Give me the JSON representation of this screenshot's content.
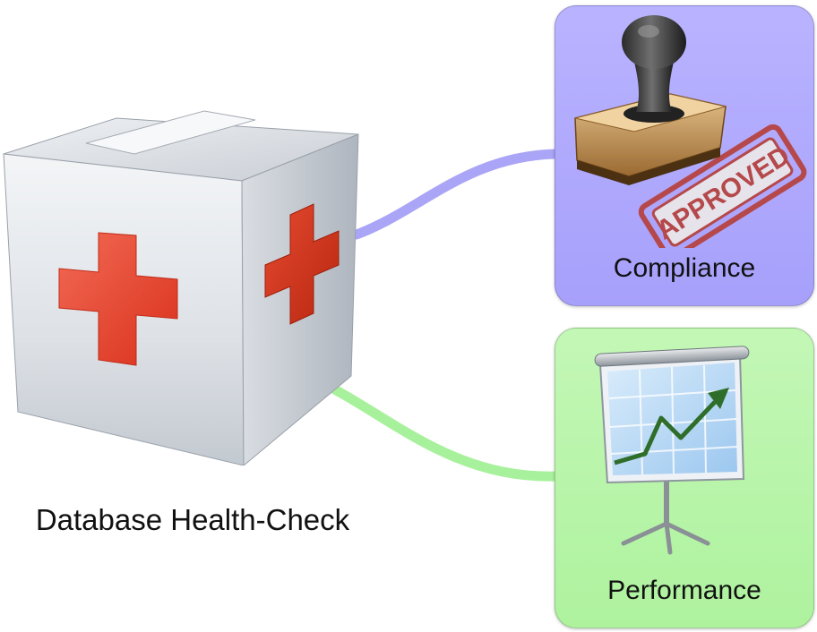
{
  "root": {
    "label": "Database Health-Check",
    "icon": "first-aid-kit-icon"
  },
  "branches": [
    {
      "id": "compliance",
      "label": "Compliance",
      "icon": "approved-stamp-icon",
      "color": "#a7a0fb",
      "line_color": "#a9a4f6"
    },
    {
      "id": "performance",
      "label": "Performance",
      "icon": "presentation-chart-icon",
      "color": "#aef29e",
      "line_color": "#a6f09a"
    }
  ],
  "stamp_text": "APPROVED"
}
